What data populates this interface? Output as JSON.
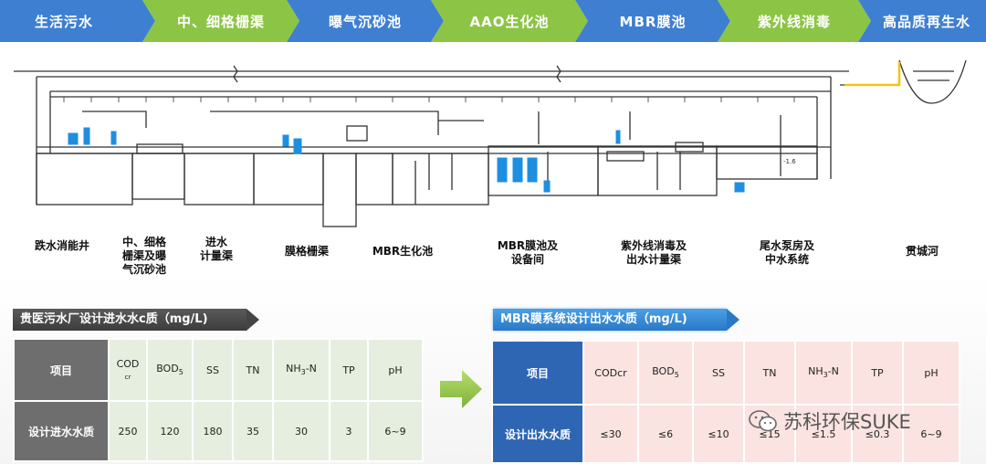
{
  "flow": [
    {
      "label": "生活污水",
      "color": "#3e7fd1"
    },
    {
      "label": "中、细格栅渠",
      "color": "#8cc545"
    },
    {
      "label": "曝气沉砂池",
      "color": "#3e7fd1"
    },
    {
      "label": "AAO生化池",
      "color": "#8cc545"
    },
    {
      "label": "MBR膜池",
      "color": "#3e7fd1"
    },
    {
      "label": "紫外线消毒",
      "color": "#8cc545"
    },
    {
      "label": "高品质再生水",
      "color": "#3e7fd1"
    }
  ],
  "stations": [
    {
      "label": "跌水消能井"
    },
    {
      "label": "中、细格\n栅渠及曝\n气沉砂池"
    },
    {
      "label": "进水\n计量渠"
    },
    {
      "label": "膜格栅渠"
    },
    {
      "label": "MBR生化池"
    },
    {
      "label": "MBR膜池及\n设备间"
    },
    {
      "label": "紫外线消毒及\n出水计量渠"
    },
    {
      "label": "尾水泵房及\n中水系统"
    },
    {
      "label": "贯城河"
    }
  ],
  "diagram_text": {
    "tail_label": "-1.6"
  },
  "influent": {
    "title": "贵医污水厂设计进水水c质（mg/L)",
    "headers": [
      "项目",
      "COD",
      "cr",
      "BOD",
      "5",
      "SS",
      "TN",
      "NH",
      "3",
      "-N",
      "TP",
      "pH"
    ],
    "row_label": "设计进水水质",
    "values": [
      "250",
      "120",
      "180",
      "35",
      "30",
      "3",
      "6~9"
    ]
  },
  "effluent": {
    "title": "MBR膜系统设计出水水质（mg/L)",
    "headers": [
      "项目",
      "CODcr",
      "BOD",
      "5",
      "SS",
      "TN",
      "NH",
      "3",
      "-N",
      "TP",
      "pH"
    ],
    "row_label": "设计出水水质",
    "values": [
      "≤30",
      "≤6",
      "≤10",
      "≤15",
      "≤1.5",
      "≤0.3",
      "6~9"
    ]
  },
  "watermark": {
    "text": "苏科环保SUKE"
  }
}
